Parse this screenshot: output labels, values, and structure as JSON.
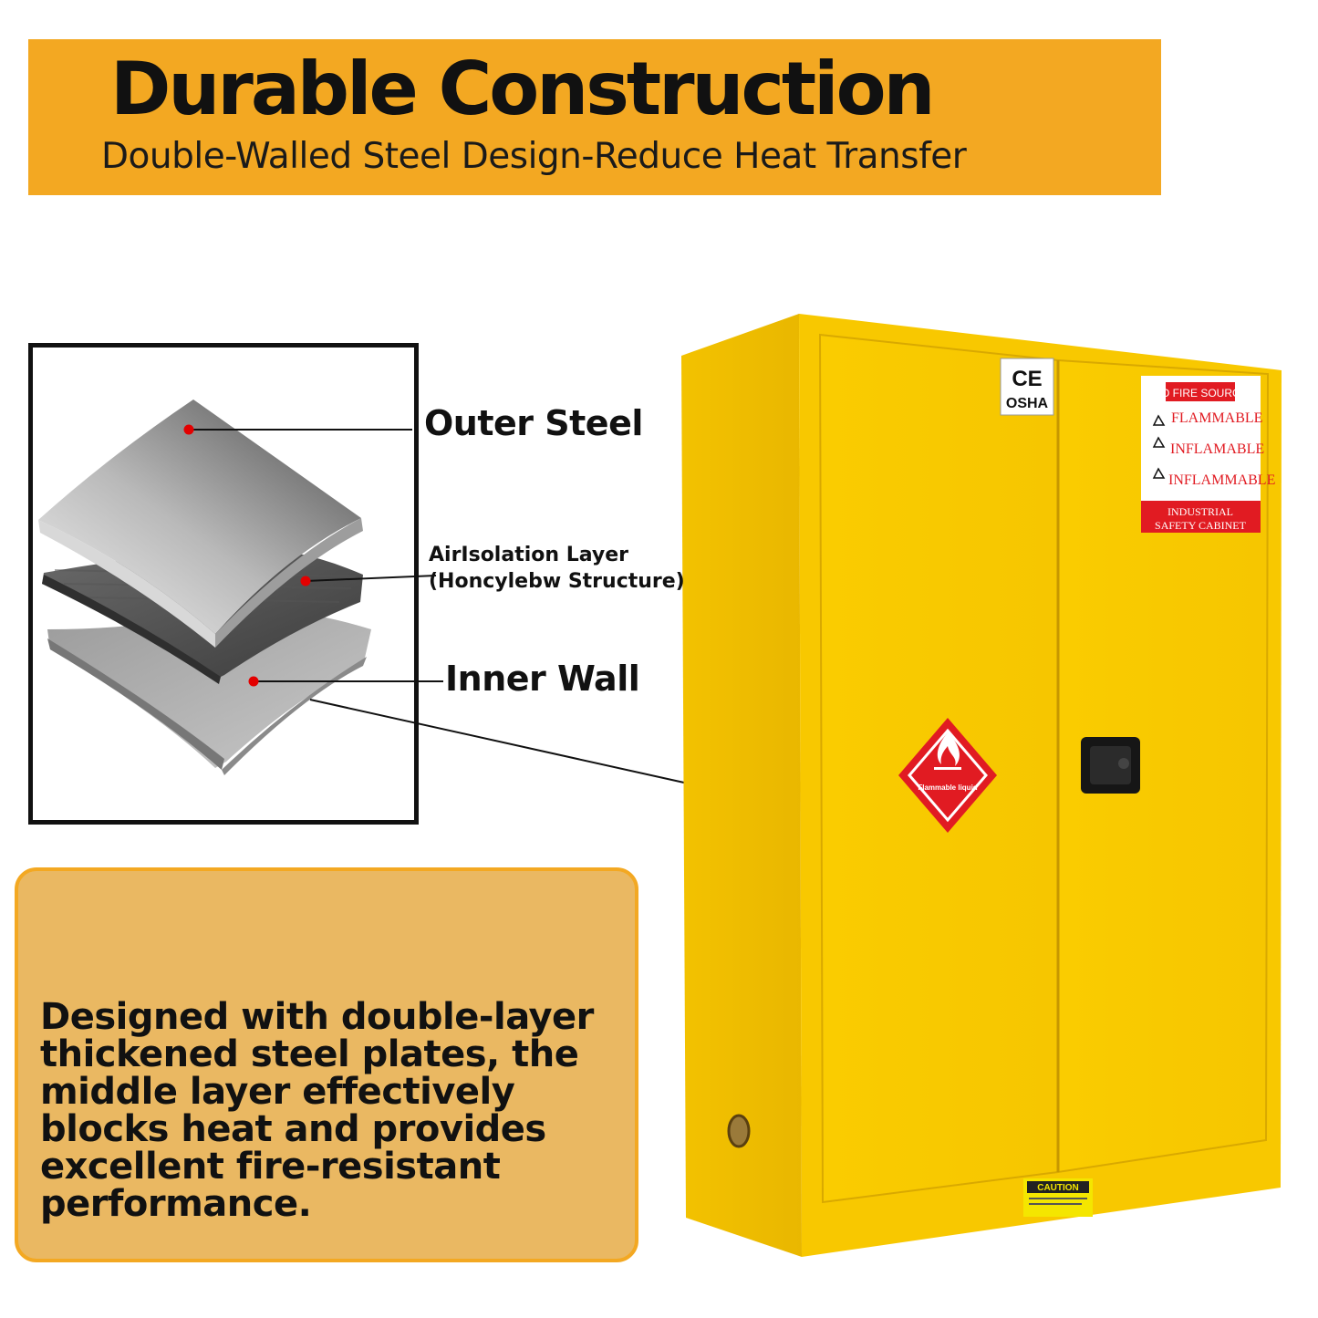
{
  "banner": {
    "title": "Durable Construction",
    "subtitle": "Double-Walled Steel Design-Reduce Heat Transfer",
    "color": "#F3A822"
  },
  "layers": {
    "outer_label": "Outer Steel",
    "air_label_line1": "AirIsolation Layer",
    "air_label_line2": "(Honcylebw Structure)",
    "inner_label": "Inner Wall"
  },
  "info": {
    "text": "Designed with double-layer thickened steel plates, the middle layer effectively blocks heat and provides excellent fire-resistant performance."
  },
  "cabinet": {
    "color": "#F8C800",
    "cert_ce": "CE",
    "cert_osha": "OSHA",
    "warning_header": "NO FIRE SOURCE",
    "warning_line1": "FLAMMABLE",
    "warning_line2": "INFLAMABLE",
    "warning_line3": "INFLAMMABLE",
    "warning_footer1": "INDUSTRIAL",
    "warning_footer2": "SAFETY CABINET",
    "diamond_label": "Flammable liquid",
    "caution": "CAUTION"
  }
}
